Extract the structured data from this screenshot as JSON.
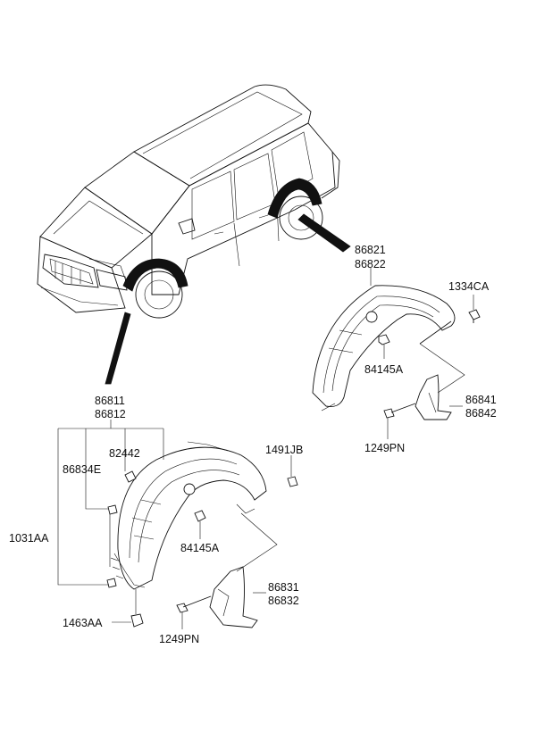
{
  "diagram": {
    "labels": {
      "rear_guard_l": "86821",
      "rear_guard_r": "86822",
      "rear_screw": "1334CA",
      "rear_nut": "84145A",
      "rear_flap_l": "86841",
      "rear_flap_r": "86842",
      "rear_bolt": "1249PN",
      "front_guard_l": "86811",
      "front_guard_r": "86812",
      "front_clip": "82442",
      "front_bracket": "86834E",
      "front_screw_top": "1491JB",
      "front_tapping": "1031AA",
      "front_nut": "84145A",
      "front_flap_l": "86831",
      "front_flap_r": "86832",
      "front_grommet": "1463AA",
      "front_bolt": "1249PN"
    }
  }
}
